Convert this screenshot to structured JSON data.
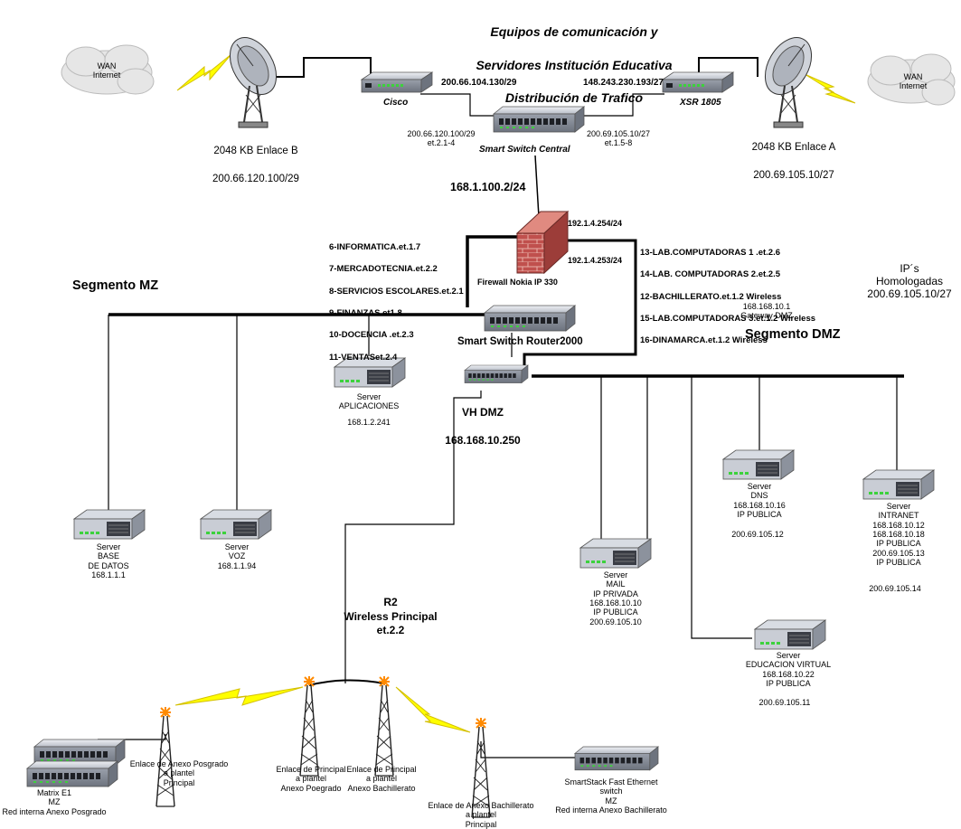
{
  "title_lines": [
    "Equipos de comunicación y",
    "Servidores Institución Educativa",
    "Distribución de Trafico"
  ],
  "top": {
    "wan_left": "WAN\nInternet",
    "wan_right": "WAN\nInternet",
    "link_b_name": "2048 KB Enlace B",
    "link_b_ip": "200.66.120.100/29",
    "link_a_name": "2048 KB Enlace A",
    "link_a_ip": "200.69.105.10/27",
    "cisco_label": "Cisco",
    "cisco_ip": "200.66.104.130/29",
    "xsr_label": "XSR 1805",
    "xsr_ip": "148.243.230.193/27",
    "switch_central_label": "Smart Switch Central",
    "switch_left_port": "200.66.120.100/29\net.2.1-4",
    "switch_right_port": "200.69.105.10/27\net.1.5-8",
    "switch_central_ip": "168.1.100.2/24"
  },
  "firewall": {
    "label": "Firewall Nokia IP 330",
    "ip_top": "192.1.4.254/24",
    "ip_bottom": "192.1.4.253/24"
  },
  "vlans_left": [
    "6-INFORMATICA.et.1.7",
    "7-MERCADOTECNIA.et.2.2",
    "8-SERVICIOS ESCOLARES.et.2.1",
    "9-FINANZAS.et1.8",
    "10-DOCENCIA .et.2.3",
    "11-VENTASet.2.4"
  ],
  "vlans_right": [
    "13-LAB.COMPUTADORAS 1 .et.2.6",
    "14-LAB. COMPUTADORAS 2.et.2.5",
    "12-BACHILLERATO.et.1.2 Wireless",
    "15-LAB.COMPUTADORAS 3.et.1.2 Wireless",
    "16-DINAMARCA.et.1.2 Wireless"
  ],
  "segments": {
    "mz": "Segmento MZ",
    "dmz": "Segmento DMZ",
    "gateway": "168.168.10.1\nGateway DMZ",
    "homologadas": "IP´s Homologadas\n200.69.105.10/27"
  },
  "router2000_label": "Smart Switch Router2000",
  "vh_dmz": {
    "label": "VH DMZ",
    "ip": "168.168.10.250"
  },
  "servers": {
    "aplicaciones": {
      "label": "Server\nAPLICACIONES",
      "ip": "168.1.2.241"
    },
    "base_datos": {
      "label": "Server\nBASE\nDE DATOS\n168.1.1.1"
    },
    "voz": {
      "label": "Server\nVOZ\n168.1.1.94"
    },
    "dns": {
      "label": "Server\nDNS\n168.168.10.16\nIP PUBLICA",
      "ip": "200.69.105.12"
    },
    "intranet": {
      "label": "Server\nINTRANET\n168.168.10.12\n168.168.10.18\nIP PUBLICA\n200.69.105.13\nIP PUBLICA",
      "ip": "200.69.105.14"
    },
    "mail": {
      "label": "Server\nMAIL\nIP PRIVADA\n168.168.10.10\nIP PUBLICA\n200.69.105.10"
    },
    "educacion": {
      "label": "Server\nEDUCACION VIRTUAL\n168.168.10.22\nIP PUBLICA",
      "ip": "200.69.105.11"
    }
  },
  "wireless": {
    "label": "R2\nWireless Principal\net.2.2"
  },
  "towers": {
    "t1": "Enlace de Anexo Posgrado\na plantel\nPrincipal",
    "t2": "Enlace de Principal\na plantel\nAnexo Poegrado",
    "t3": "Enlace de Principal\na plantel\nAnexo Bachillerato",
    "t4": "Enlace de Anexo Bachillerato\na plantel\nPrincipal"
  },
  "matrix": "Matrix E1\nMZ\nRed interna Anexo Posgrado",
  "smartstack": "SmartStack Fast Ethernet\nswitch\nMZ\nRed interna Anexo Bachillerato",
  "colors": {
    "brick": "#c0504d",
    "lightning": "#ffff00",
    "device_body": "#c8ccd4",
    "device_dark": "#3a3d45",
    "led": "#3cd23c",
    "cloud": "#e6e6e6"
  }
}
